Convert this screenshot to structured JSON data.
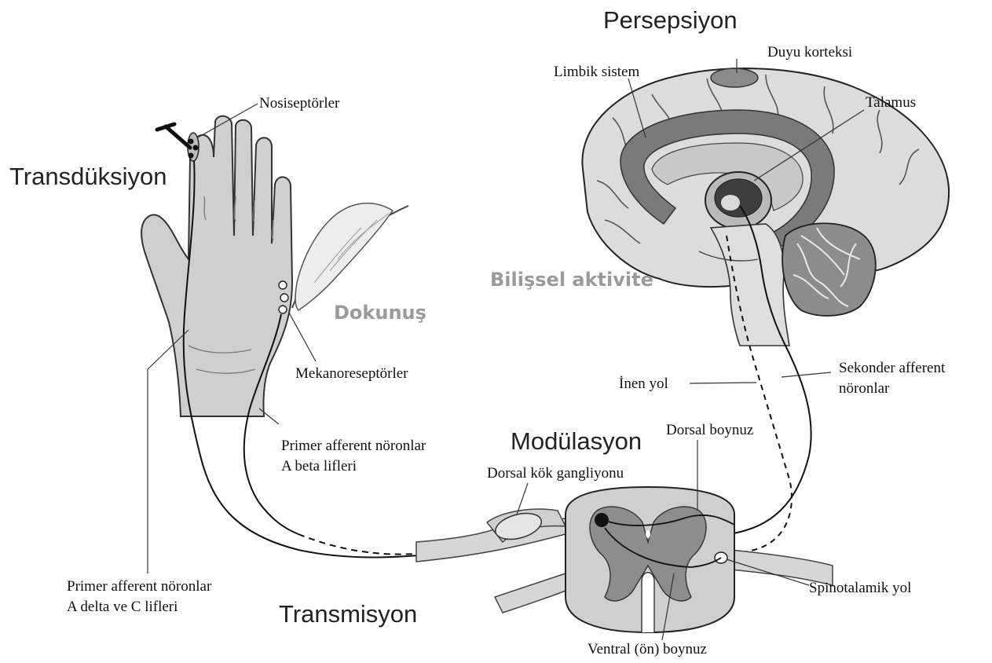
{
  "stages": {
    "perception": "Persepsiyon",
    "transduction": "Transdüksiyon",
    "modulation": "Modülasyon",
    "transmission": "Transmisyon"
  },
  "annotations": {
    "cognitive_activity": "Bilişsel aktivite",
    "touch": "Dokunuş"
  },
  "labels": {
    "sensory_cortex": "Duyu korteksi",
    "limbic_system": "Limbik sistem",
    "thalamus": "Talamus",
    "nociceptors": "Nosiseptörler",
    "mechanoreceptors": "Mekanoreseptörler",
    "descending_path": "İnen yol",
    "secondary_afferent_1": "Sekonder afferent",
    "secondary_afferent_2": "nöronlar",
    "primary_afferent_beta_1": "Primer afferent nöronlar",
    "primary_afferent_beta_2": "A beta lifleri",
    "dorsal_horn": "Dorsal boynuz",
    "dorsal_root_ganglion": "Dorsal kök gangliyonu",
    "primary_afferent_delta_1": "Primer afferent nöronlar",
    "primary_afferent_delta_2": "A delta ve C lifleri",
    "spinothalamic_tract": "Spinotalamik yol",
    "ventral_horn": "Ventral (ön) boynuz"
  },
  "colors": {
    "tissue_light": "#d4d4d4",
    "tissue_mid": "#9b9b9b",
    "tissue_dark": "#6a6a6a",
    "tissue_darker": "#4a4a4a",
    "line": "#111111",
    "accent_gray_text": "#9a9a9a"
  }
}
